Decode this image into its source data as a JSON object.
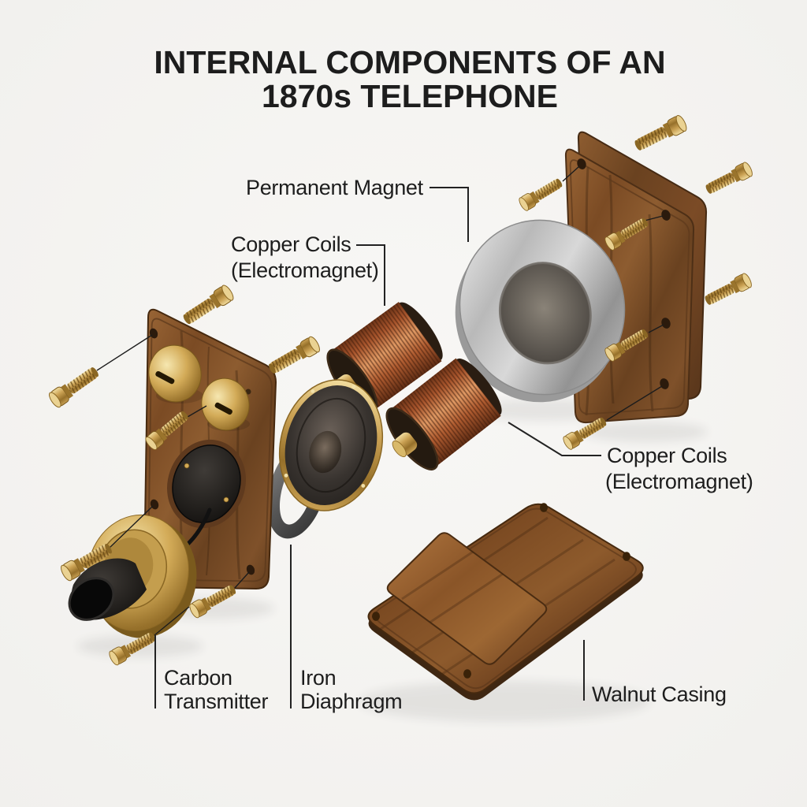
{
  "title": {
    "line1": "INTERNAL COMPONENTS OF AN",
    "line2": "1870s TELEPHONE"
  },
  "labels": {
    "permanent_magnet": "Permanent Magnet",
    "copper_coils_left": {
      "line1": "Copper Coils",
      "line2": "(Electromagnet)"
    },
    "copper_coils_right": {
      "line1": "Copper Coils",
      "line2": "(Electromagnet)"
    },
    "carbon_transmitter": {
      "line1": "Carbon",
      "line2": "Transmitter"
    },
    "iron_diaphragm": {
      "line1": "Iron",
      "line2": "Diaphragm"
    },
    "walnut_casing": "Walnut Casing"
  },
  "colors": {
    "background": "#f6f5f3",
    "text": "#1d1d1d",
    "leader_line": "#222222",
    "walnut_wood": "#7b4a24",
    "brass": "#cba254",
    "copper": "#b06032",
    "steel": "#b5b5b5"
  }
}
